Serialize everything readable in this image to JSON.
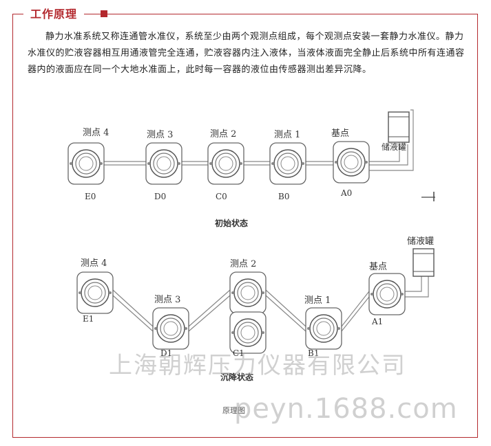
{
  "section": {
    "title": "工作原理",
    "paragraph": "静力水准系统又称连通管水准仪，系统至少由两个观测点组成，每个观测点安装一套静力水准仪。静力水准仪的贮液容器相互用通液管完全连通，贮液容器内注入液体，当液体液面完全静止后系统中所有连通容器内的液面应在同一个大地水准面上，此时每一容器的液位由传感器测出差异沉降。"
  },
  "diagram": {
    "initial": {
      "labels": [
        "测点 4",
        "测点 3",
        "测点 2",
        "测点 1",
        "基点"
      ],
      "codes": [
        "E0",
        "D0",
        "C0",
        "B0",
        "A0"
      ],
      "tank": "储液罐",
      "caption": "初始状态"
    },
    "settled": {
      "labels": [
        "测点 4",
        "测点 3",
        "测点 2",
        "测点 1",
        "基点"
      ],
      "codes": [
        "E1",
        "D1",
        "C1",
        "B1",
        "A1"
      ],
      "tank": "储液罐",
      "caption": "沉降状态"
    },
    "figure_caption": "原理图"
  },
  "watermark": {
    "company": "上海朝辉压力仪器有限公司",
    "site": "peyn.1688.com"
  }
}
